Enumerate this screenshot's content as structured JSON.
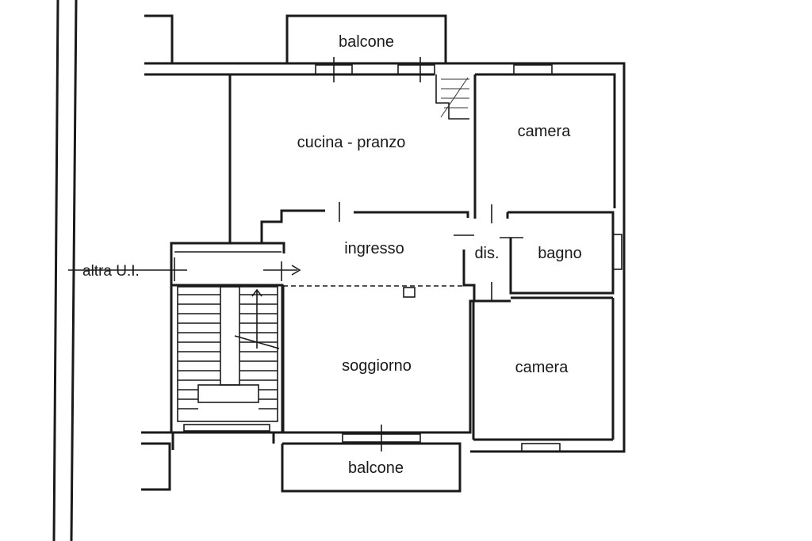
{
  "rooms": {
    "balcony_top": "balcone",
    "kitchen": "cucina - pranzo",
    "bedroom_top": "camera",
    "entrance": "ingresso",
    "hallway": "dis.",
    "bathroom": "bagno",
    "living": "soggiorno",
    "bedroom_bottom": "camera",
    "balcony_bottom": "balcone"
  },
  "neighbor": "altra U.I."
}
